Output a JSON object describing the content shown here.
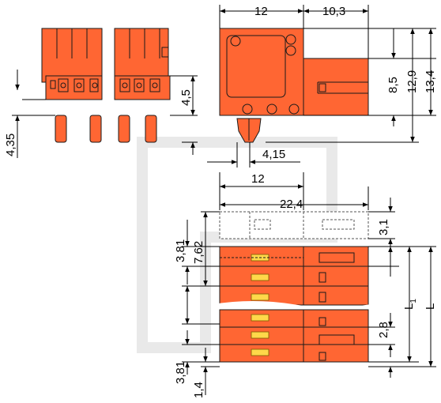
{
  "dimensions": {
    "top_width_left": "12",
    "top_width_right": "10,3",
    "height_8_5": "8,5",
    "height_12_9": "12,9",
    "height_13_4": "13,4",
    "pin_offset": "4,15",
    "side_4_5": "4,5",
    "side_4_35": "4,35",
    "bottom_width_12": "12",
    "total_length": "22,4",
    "ghost_height": "3,1",
    "pitch_3_81_top": "3,81",
    "pitch_7_62": "7,62",
    "pitch_2_8": "2,8",
    "pitch_3_81_bottom": "3,81",
    "offset_1_4": "1,4",
    "length_L1": "L",
    "length_L1_sub": "1",
    "length_L": "L"
  },
  "colors": {
    "part_fill": "#ff6633",
    "latch_fill": "#ffd84a",
    "line": "#000000"
  }
}
